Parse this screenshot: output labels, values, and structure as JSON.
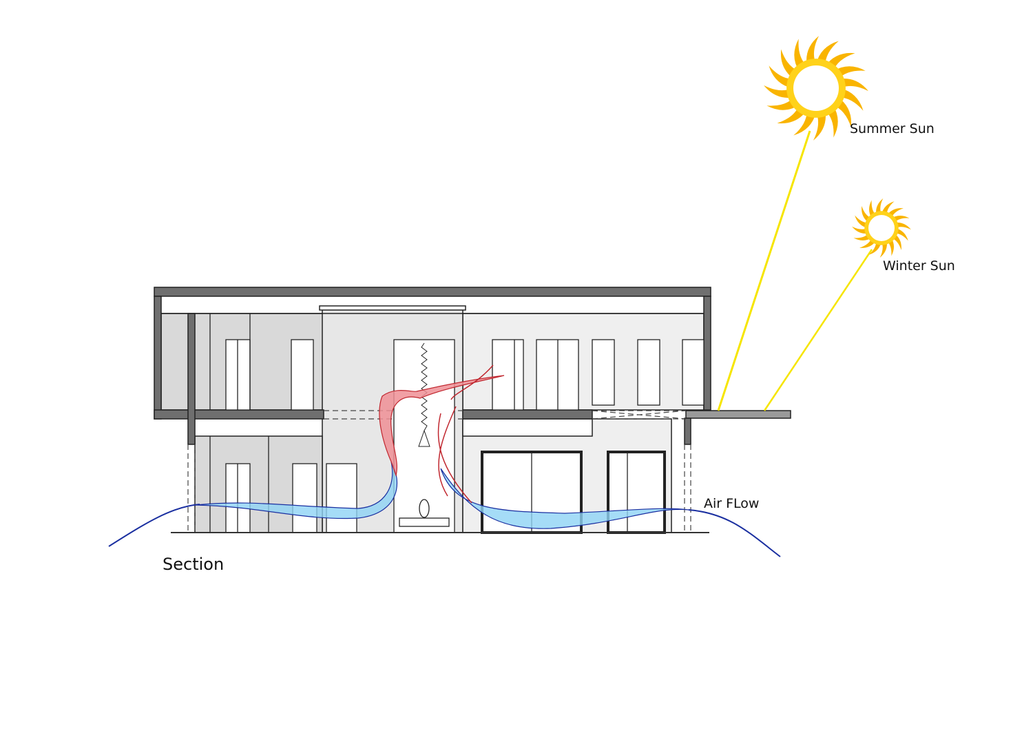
{
  "labels": {
    "summer_sun": "Summer Sun",
    "winter_sun": "Winter Sun",
    "air_flow": "Air FLow",
    "section": "Section"
  },
  "colors": {
    "sun_ray": "#f6e500",
    "sun_flame": "#f9b400",
    "air_cool": "#8fd3f5",
    "air_cool_line": "#1a2fa0",
    "air_warm": "#ee8f95",
    "air_warm_line": "#c0262e",
    "structure": "#6f6f6f"
  }
}
